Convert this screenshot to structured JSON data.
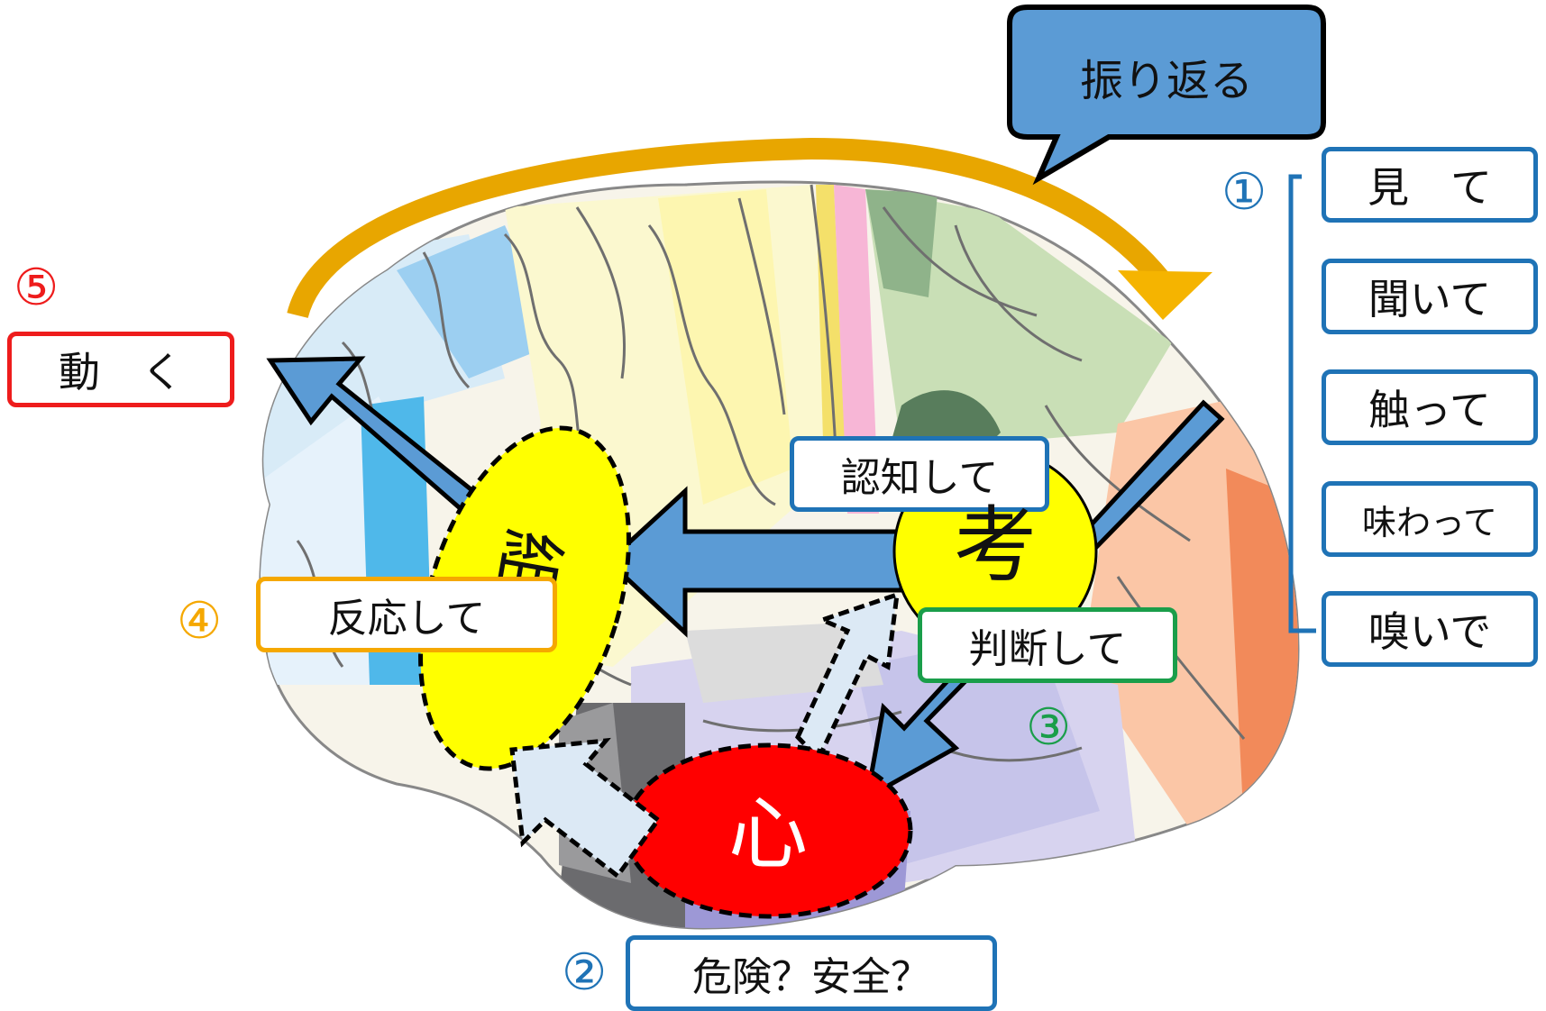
{
  "reflect": {
    "label": "振り返る"
  },
  "senses": {
    "number": "①",
    "items": [
      "見　て",
      "聞いて",
      "触って",
      "味わって",
      "嗅いで"
    ]
  },
  "steps": {
    "danger": {
      "number": "②",
      "label": "危険？安全？"
    },
    "judge": {
      "number": "③",
      "label": "判断して"
    },
    "react": {
      "number": "④",
      "label": "反応して"
    },
    "move": {
      "number": "⑤",
      "label": "動　く"
    },
    "recognize": {
      "label": "認知して"
    }
  },
  "regions": {
    "think": "考",
    "heart": "心",
    "organize": "組"
  },
  "colors": {
    "blue": "#1f73b6",
    "green": "#1a9e4a",
    "orange": "#f5a800",
    "red": "#ee1c1c",
    "arrow": "#5b9bd5",
    "yellow": "#ffff00"
  }
}
